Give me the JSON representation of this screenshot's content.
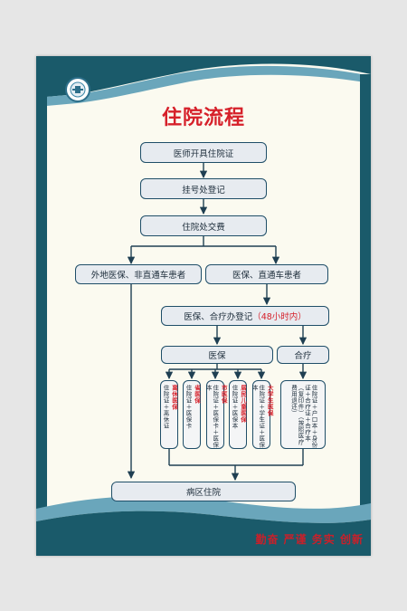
{
  "title": "住院流程",
  "slogan": "勤奋 严谨 务实 创新",
  "colors": {
    "frame": "#1a5a6a",
    "frame_light": "#5f9bb0",
    "accent_red": "#d6202a",
    "box_fill": "#e7ebf0",
    "box_border": "#1f4e68",
    "background": "#fbfaf0"
  },
  "logo_icon": "hospital-emblem-icon",
  "steps": {
    "s1": "医师开具住院证",
    "s2": "挂号处登记",
    "s3": "住院处交费",
    "branch_left": "外地医保、非直通车患者",
    "branch_right": "医保、直通车患者",
    "register_prefix": "医保、合疗办登记",
    "register_note": "（48小时内）",
    "yibao": "医保",
    "heliao": "合疗",
    "ward": "病区住院"
  },
  "insurance_types": [
    {
      "name": "离休医保",
      "docs": "住院证＋离休证"
    },
    {
      "name": "省医保",
      "docs": "住院证＋医保卡"
    },
    {
      "name": "市医保",
      "docs": "住院证＋医保卡＋医保本"
    },
    {
      "name": "居民儿童医保",
      "docs": "住院证＋医保本"
    },
    {
      "name": "大学生医保",
      "docs": "住院证＋学生证＋医保本"
    }
  ],
  "heliao_docs": "住院证＋户口本＋身份证＋合疗证＋合疗本（复印件）（按照医疗费用退还）"
}
